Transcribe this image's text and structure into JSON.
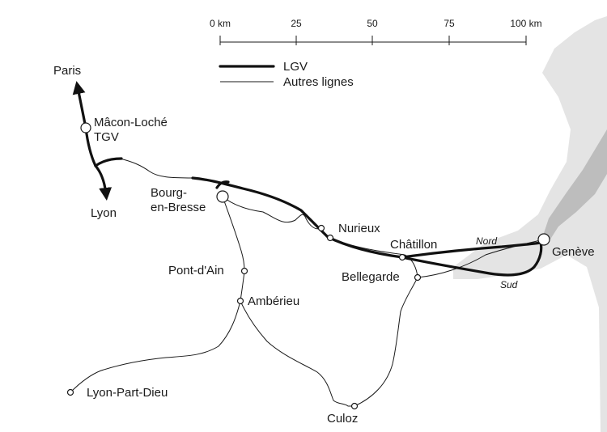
{
  "map": {
    "colors": {
      "relief_light": "#e4e4e4",
      "relief_dark": "#bdbdbd",
      "lgv": "#111111",
      "line": "#1a1a1a"
    },
    "scale_bar": {
      "ticks": [
        "0 km",
        "25",
        "50",
        "75",
        "100 km"
      ]
    },
    "legend": {
      "lgv_label": "LGV",
      "other_label": "Autres lignes"
    },
    "arrows": {
      "north": "Paris",
      "south": "Lyon"
    },
    "stations": {
      "macon": {
        "line1": "Mâcon-Loché",
        "line2": "TGV"
      },
      "bourg": {
        "line1": "Bourg-",
        "line2": "en-Bresse"
      },
      "nurieux": "Nurieux",
      "chatillon": "Châtillon",
      "geneve": "Genève",
      "pont_dain": "Pont-d'Ain",
      "bellegarde": "Bellegarde",
      "amberieu": "Ambérieu",
      "lyon_part_dieu": "Lyon-Part-Dieu",
      "culoz": "Culoz"
    },
    "branches": {
      "nord": "Nord",
      "sud": "Sud"
    }
  }
}
